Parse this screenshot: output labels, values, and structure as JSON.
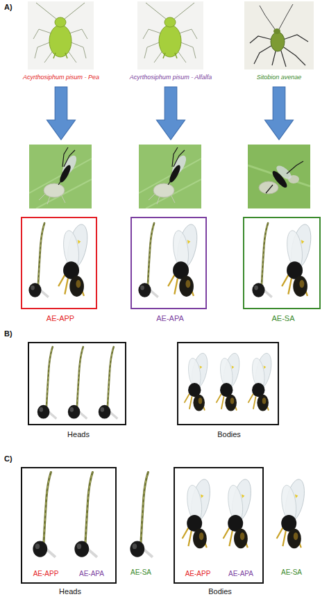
{
  "diagram": {
    "nodes": [
      {
        "text": [
          "AE-APP"
        ]
      },
      {
        "text": [
          "AE-APA"
        ]
      },
      {
        "text": [
          "AE-SA"
        ]
      },
      {
        "text": [
          "Heads"
        ]
      },
      {
        "text": [
          "Bodies"
        ]
      },
      {
        "text": [
          "AE-APP",
          "AE-APA",
          "Heads"
        ]
      },
      {
        "text": [
          "AE-APP",
          "AE-APA",
          "Bodies"
        ]
      }
    ],
    "labels": [
      "A)",
      "Acyrthosiphum pisum - Pea",
      "Acyrthosiphum pisum - Alfalfa",
      "Sitobion avenae",
      "B)",
      "C)",
      "AE-SA",
      "AE-SA"
    ]
  }
}
